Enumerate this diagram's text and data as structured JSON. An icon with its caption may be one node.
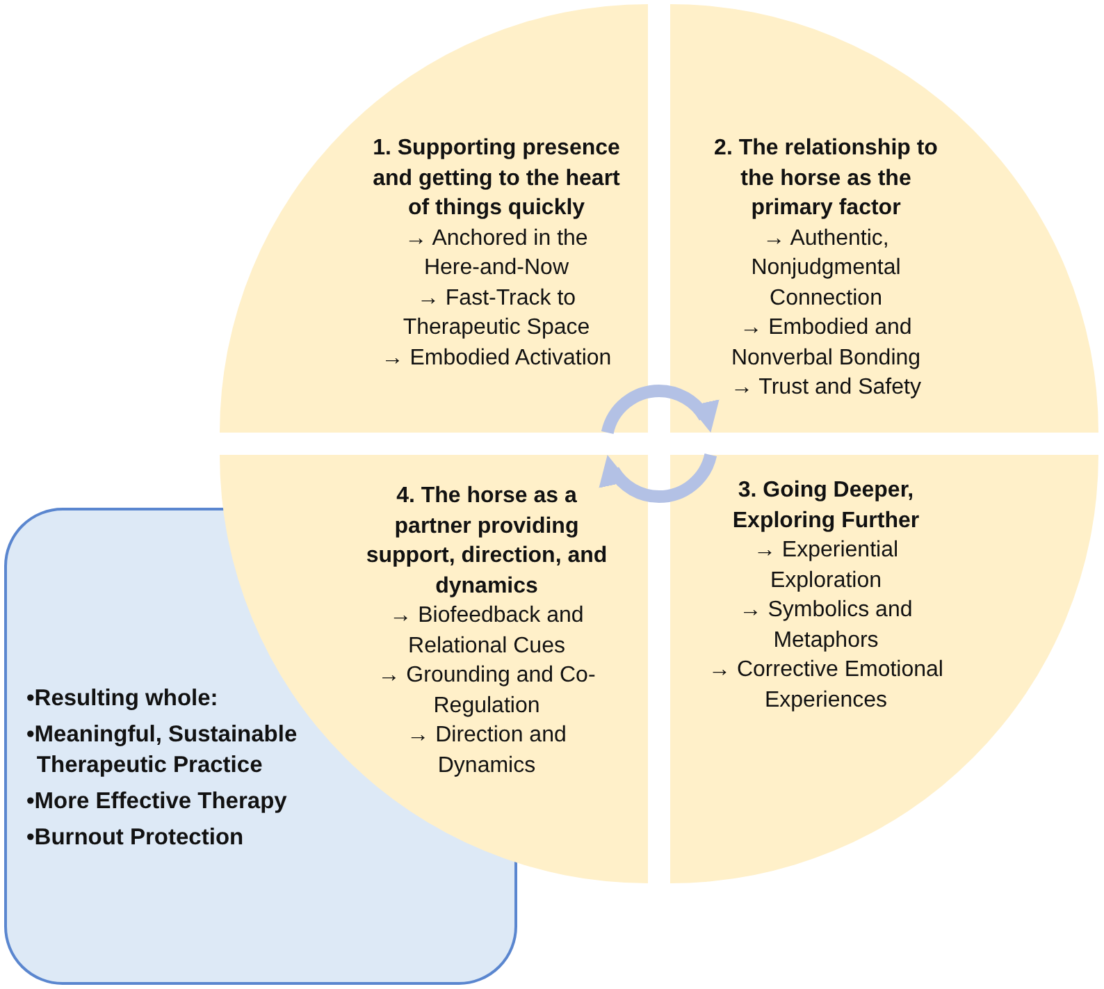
{
  "diagram": {
    "nodes": [
      {
        "text": [
          "1. Supporting presence and getting to the heart of things quickly",
          "→ Anchored in the Here-and-Now",
          "→ Fast-Track to Therapeutic Space",
          "→ Embodied Activation"
        ]
      },
      {
        "text": [
          "2. The relationship to the horse as the primary factor",
          "→ Authentic, Nonjudgmental Connection",
          "→ Embodied and Nonverbal Bonding",
          "→ Trust and Safety"
        ]
      },
      {
        "text": [
          "3. Going Deeper, Exploring Further",
          "→ Experiential Exploration",
          "→ Symbolics and Metaphors",
          "→ Corrective Emotional Experiences"
        ]
      },
      {
        "text": [
          "4. The horse as a partner providing support, direction, and dynamics",
          "→ Biofeedback and Relational Cues",
          "→ Grounding and Co-Regulation",
          "→ Direction and Dynamics"
        ]
      },
      {
        "text": [
          "•Resulting whole:",
          "•Meaningful, Sustainable Therapeutic Practice",
          "•More Effective Therapy",
          "•Burnout Protection"
        ]
      }
    ],
    "edges": [
      {
        "from": 0,
        "to": 1,
        "arrow": "to"
      },
      {
        "from": 2,
        "to": 3,
        "arrow": "to"
      }
    ]
  }
}
